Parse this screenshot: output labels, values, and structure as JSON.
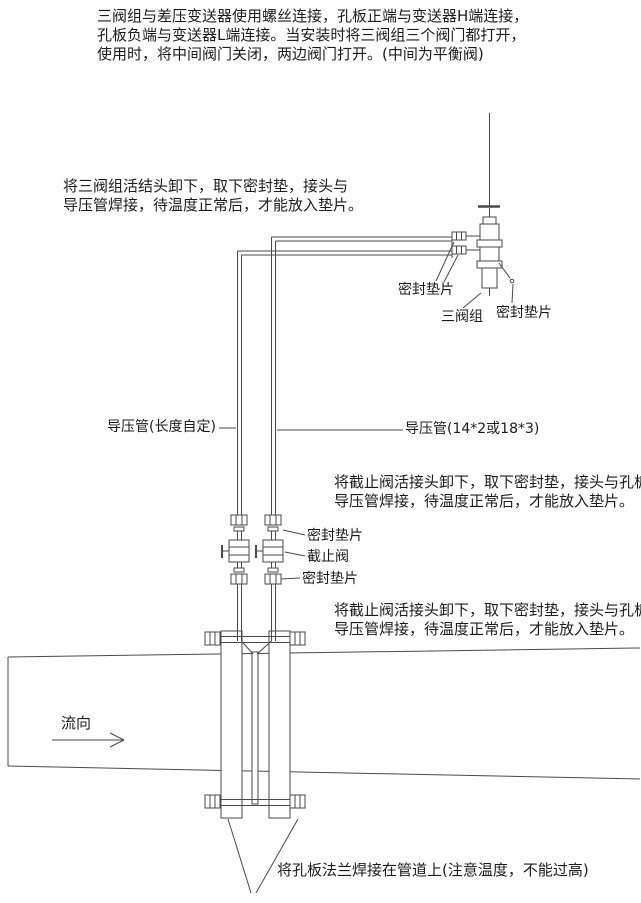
{
  "colors": {
    "ink": "#1c1c1c",
    "line": "#4a4a4a",
    "background": "#ffffff"
  },
  "intro": {
    "line1": "三阀组与差压变送器使用螺丝连接，孔板正端与变送器H端连接，",
    "line2": "孔板负端与变送器L端连接。当安装时将三阀组三个阀门都打开，",
    "line3": "使用时，将中间阀门关闭，两边阀门打开。(中间为平衡阀)"
  },
  "notes": {
    "manifold": {
      "line1": "将三阀组活结头卸下，取下密封垫，接头与",
      "line2": "导压管焊接，待温度正常后，才能放入垫片。"
    },
    "valve_upper": {
      "line1": "将截止阀活接头卸下，取下密封垫，接头与孔板",
      "line2": "导压管焊接，待温度正常后，才能放入垫片。"
    },
    "valve_lower": {
      "line1": "将截止阀活接头卸下，取下密封垫，接头与孔板",
      "line2": "导压管焊接，待温度正常后，才能放入垫片。"
    },
    "weld": "将孔板法兰焊接在管道上(注意温度，不能过高)"
  },
  "labels": {
    "gasket_transmitter_left": "密封垫片",
    "three_valve_manifold": "三阀组",
    "gasket_transmitter_right": "密封垫片",
    "impulse_pipe_left": "导压管(长度自定)",
    "impulse_pipe_right": "导压管(14*2或18*3)",
    "gasket_valve_upper": "密封垫片",
    "stop_valve": "截止阀",
    "gasket_valve_lower": "密封垫片",
    "flow_direction": "流向"
  }
}
